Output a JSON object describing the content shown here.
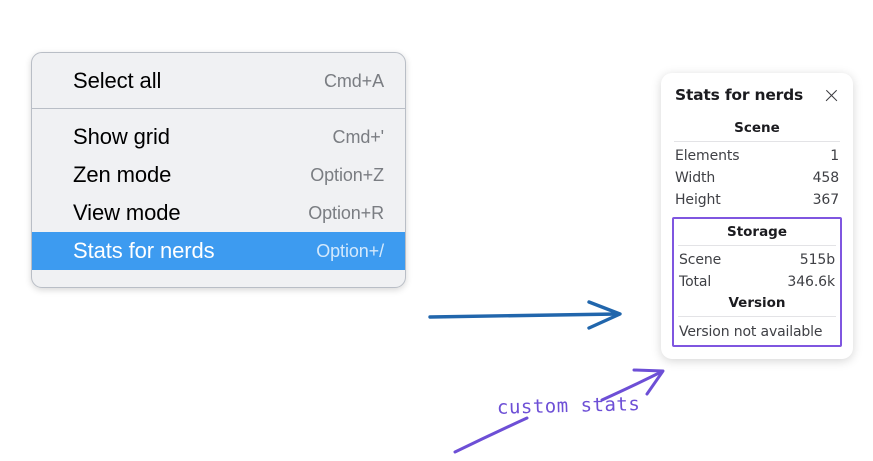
{
  "context_menu": {
    "name": "Context menu",
    "sections": [
      {
        "items": [
          {
            "label": "Select all",
            "shortcut": "Cmd+A",
            "selected": false
          }
        ]
      },
      {
        "items": [
          {
            "label": "Show grid",
            "shortcut": "Cmd+'",
            "selected": false
          },
          {
            "label": "Zen mode",
            "shortcut": "Option+Z",
            "selected": false
          },
          {
            "label": "View mode",
            "shortcut": "Option+R",
            "selected": false
          },
          {
            "label": "Stats for nerds",
            "shortcut": "Option+/",
            "selected": true
          }
        ]
      }
    ]
  },
  "stats_panel": {
    "title": "Stats for nerds",
    "close_icon": "close-icon",
    "sections": [
      {
        "title": "Scene",
        "rows": [
          {
            "key": "Elements",
            "value": "1"
          },
          {
            "key": "Width",
            "value": "458"
          },
          {
            "key": "Height",
            "value": "367"
          }
        ]
      },
      {
        "title": "Storage",
        "rows": [
          {
            "key": "Scene",
            "value": "515b"
          },
          {
            "key": "Total",
            "value": "346.6k"
          }
        ]
      },
      {
        "title": "Version",
        "version_text": "Version not available"
      }
    ]
  },
  "annotations": {
    "custom_stats_label": "custom stats",
    "blue_arrow": "arrow-right-icon",
    "purple_arrow_upper": "arrow-upright-icon",
    "purple_arrow_lower": "arrow-upright-icon"
  },
  "colors": {
    "menu_background": "#f0f1f3",
    "menu_border": "#b9bec6",
    "menu_highlight": "#3d9bf0",
    "menu_highlight_text": "#ffffff",
    "shortcut_text": "#7a7d82",
    "panel_background": "#ffffff",
    "highlight_border_purple": "#7f56e0",
    "annotation_purple": "#6d4fd6",
    "annotation_blue": "#2166ac",
    "page_background": "#ffffff"
  }
}
